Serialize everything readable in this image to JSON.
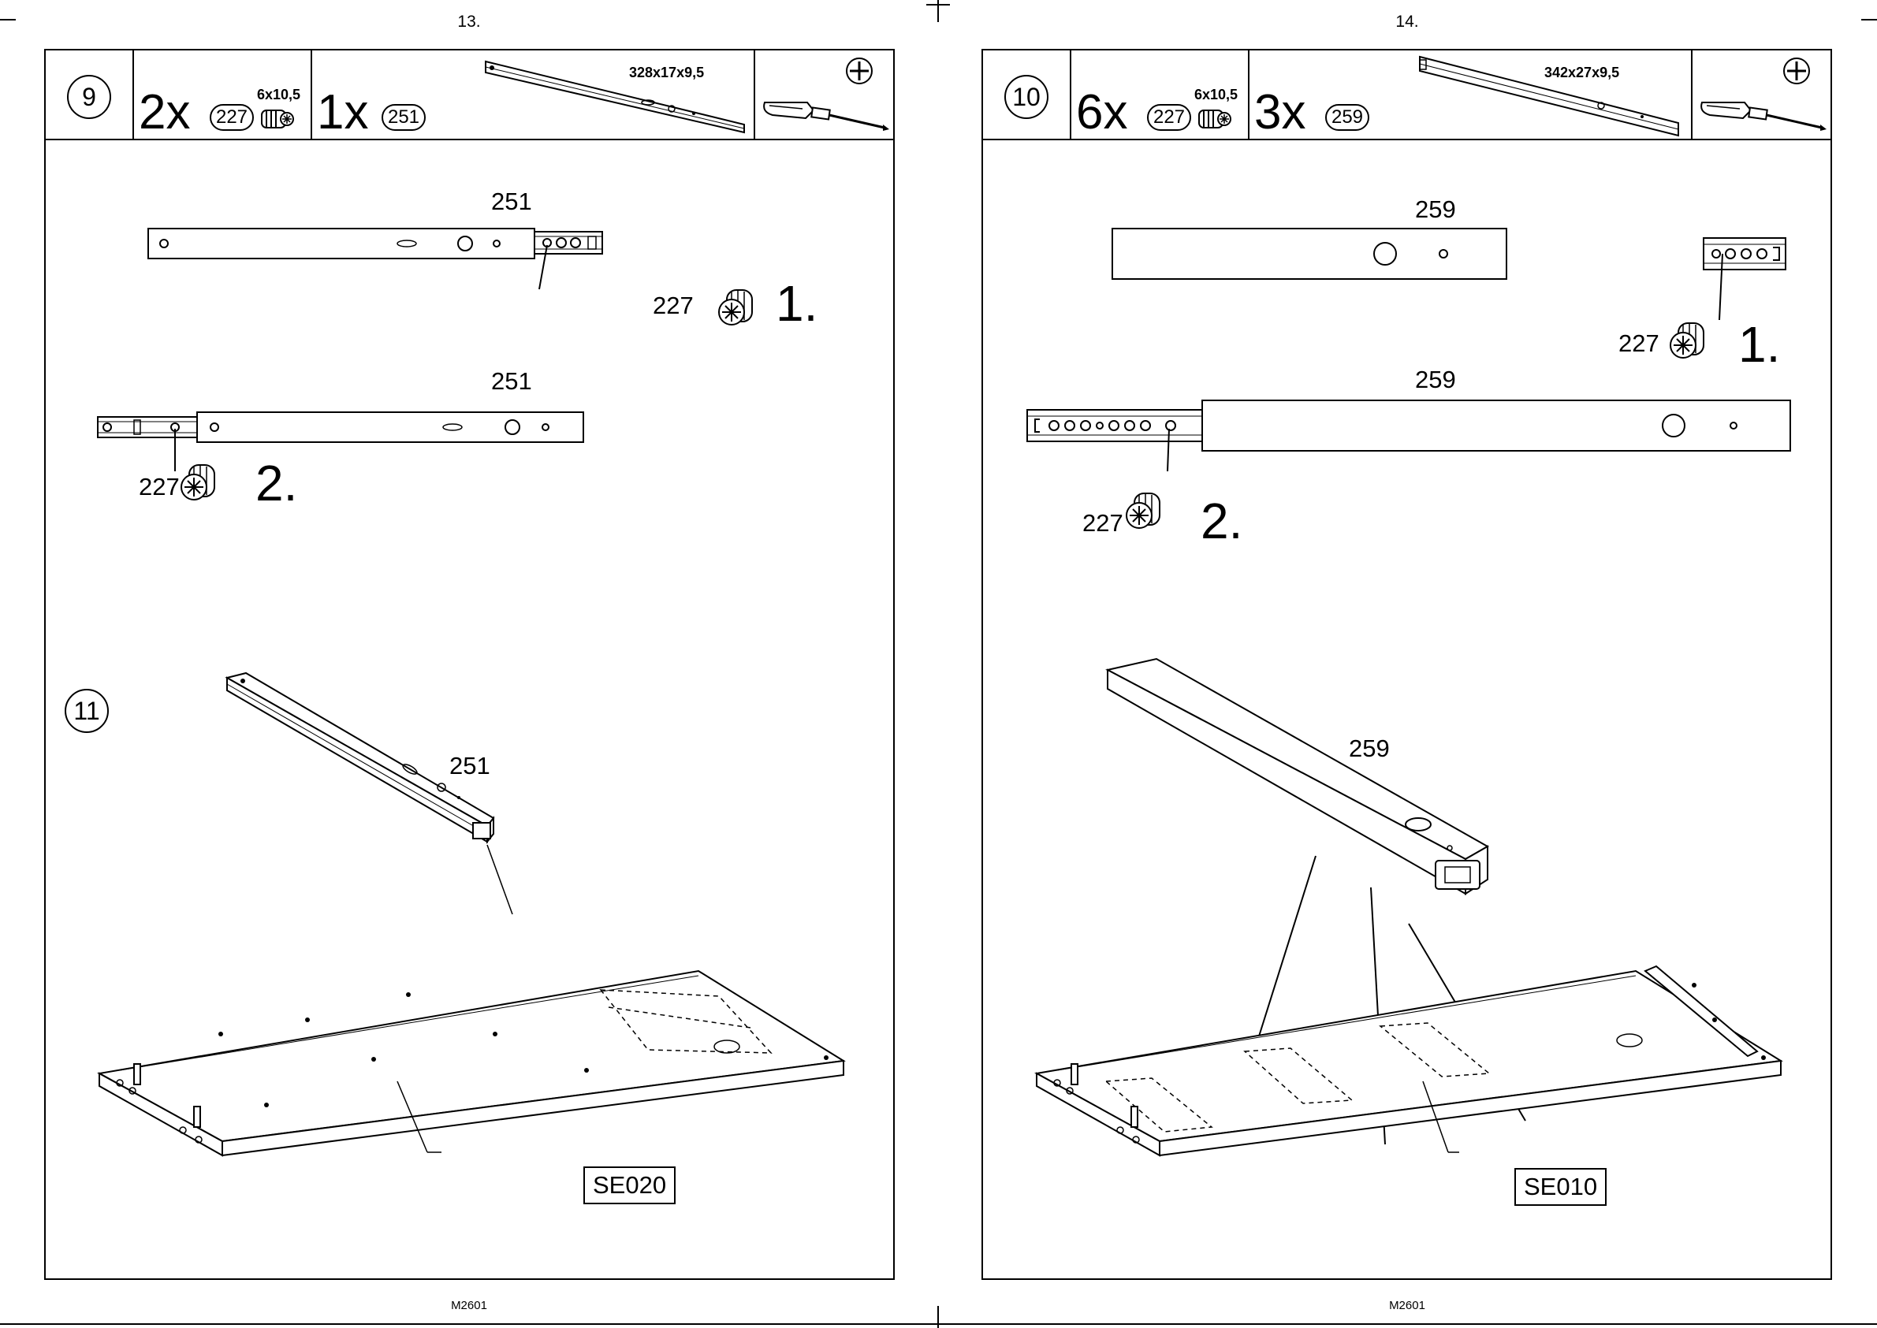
{
  "left_page": {
    "page_number": "13.",
    "footer": "M2601",
    "header": {
      "step": "9",
      "hardware": {
        "qty": "2x",
        "part": "227",
        "size": "6x10,5"
      },
      "rail": {
        "qty": "1x",
        "part": "251",
        "dims": "328x17x9,5"
      },
      "tool": "phillips-screwdriver"
    },
    "labels": {
      "rail_a": "251",
      "rail_b": "251",
      "screw_a": "227",
      "screw_b": "227",
      "step_1": "1.",
      "step_2": "2.",
      "step_11": "11",
      "rail_iso": "251",
      "panel": "SE020"
    }
  },
  "right_page": {
    "page_number": "14.",
    "footer": "M2601",
    "header": {
      "step": "10",
      "hardware": {
        "qty": "6x",
        "part": "227",
        "size": "6x10,5"
      },
      "rail": {
        "qty": "3x",
        "part": "259",
        "dims": "342x27x9,5"
      },
      "tool": "phillips-screwdriver"
    },
    "labels": {
      "rail_a": "259",
      "rail_b": "259",
      "screw_a": "227",
      "screw_b": "227",
      "step_1": "1.",
      "step_2": "2.",
      "rail_iso": "259",
      "panel": "SE010"
    }
  }
}
